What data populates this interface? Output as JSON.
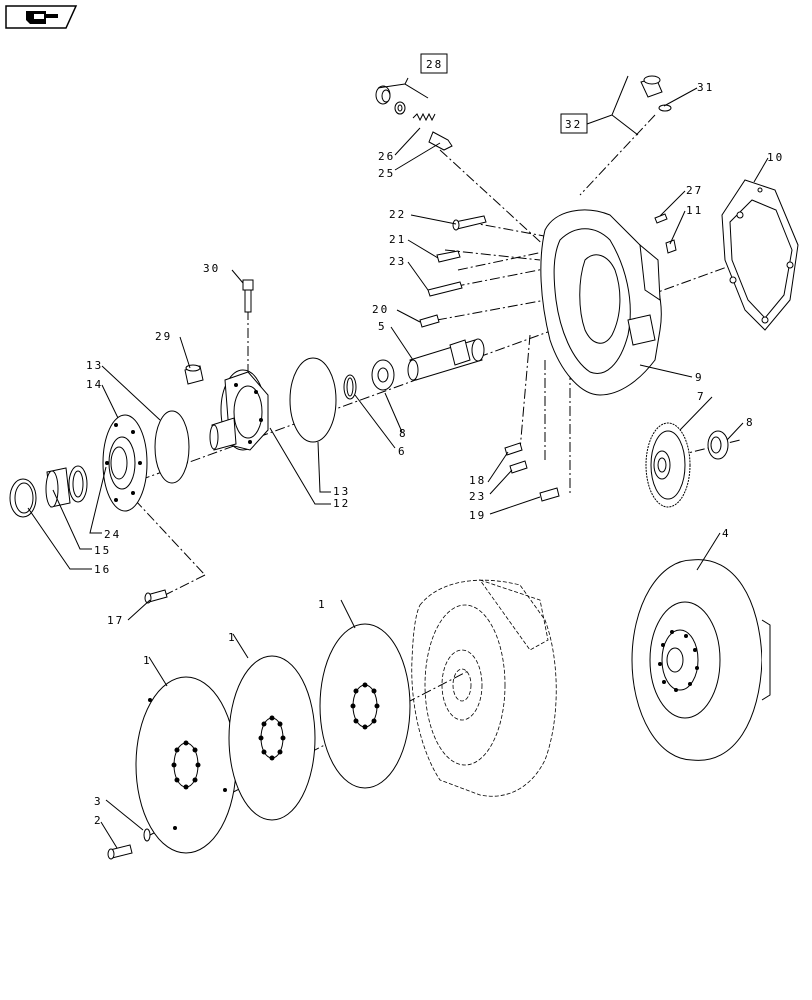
{
  "nav_icon": "hand-pointer-icon",
  "callouts": {
    "c28": "28",
    "c26": "26",
    "c25": "25",
    "c32": "32",
    "c31": "31",
    "c10": "10",
    "c27": "27",
    "c11": "11",
    "c22": "22",
    "c21": "21",
    "c23a": "23",
    "c20": "20",
    "c5": "5",
    "c9": "9",
    "c30": "30",
    "c29": "29",
    "c13a": "13",
    "c14": "14",
    "c13b": "13",
    "c12": "12",
    "c6": "6",
    "c8a": "8",
    "c7": "7",
    "c8b": "8",
    "c18": "18",
    "c23b": "23",
    "c19": "19",
    "c24": "24",
    "c15": "15",
    "c16": "16",
    "c17": "17",
    "c4": "4",
    "c1a": "1",
    "c1b": "1",
    "c1c": "1",
    "c3": "3",
    "c2": "2"
  }
}
